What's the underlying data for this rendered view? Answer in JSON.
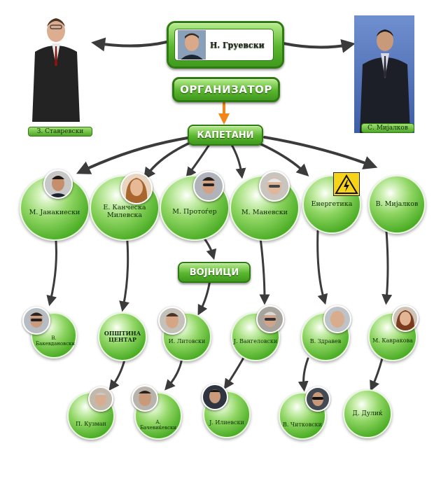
{
  "top": {
    "name": "Н. Груевски",
    "title": "ОРГАНИЗАТОР"
  },
  "left_figure": {
    "name": "З. Ставревски"
  },
  "right_figure": {
    "name": "С. Мијалков"
  },
  "groups": {
    "captains": "КАПЕТАНИ",
    "soldiers": "ВОЈНИЦИ"
  },
  "captains": [
    {
      "name": "М. Јанакиески"
    },
    {
      "name": "Е. Канческа Милевска"
    },
    {
      "name": "М. Протоѓер"
    },
    {
      "name": "М. Маневски"
    },
    {
      "name": "Енергетика"
    },
    {
      "name": "В. Мијалков"
    }
  ],
  "soldiers": [
    {
      "name": "В. Бакевдановски"
    },
    {
      "name": "ОПШТИНА ЦЕНТАР"
    },
    {
      "name": "И. Литовски"
    },
    {
      "name": "Ј. Вангеловски"
    },
    {
      "name": "В. Здравев"
    },
    {
      "name": "М. Кавракова"
    }
  ],
  "bottom": [
    {
      "name": "П. Кузман"
    },
    {
      "name": "А. Бачевиќевски"
    },
    {
      "name": "Ј. Илиевски"
    },
    {
      "name": "В. Читковски"
    },
    {
      "name": "Д. Дулиќ"
    }
  ],
  "colors": {
    "green": "#4cae26",
    "green_border": "#2f7a12",
    "arrow": "#3b3b3b",
    "orange_arrow": "#f0861a",
    "warning": "#f7d417"
  },
  "icons": {
    "warning": "high-voltage-warning-icon"
  }
}
